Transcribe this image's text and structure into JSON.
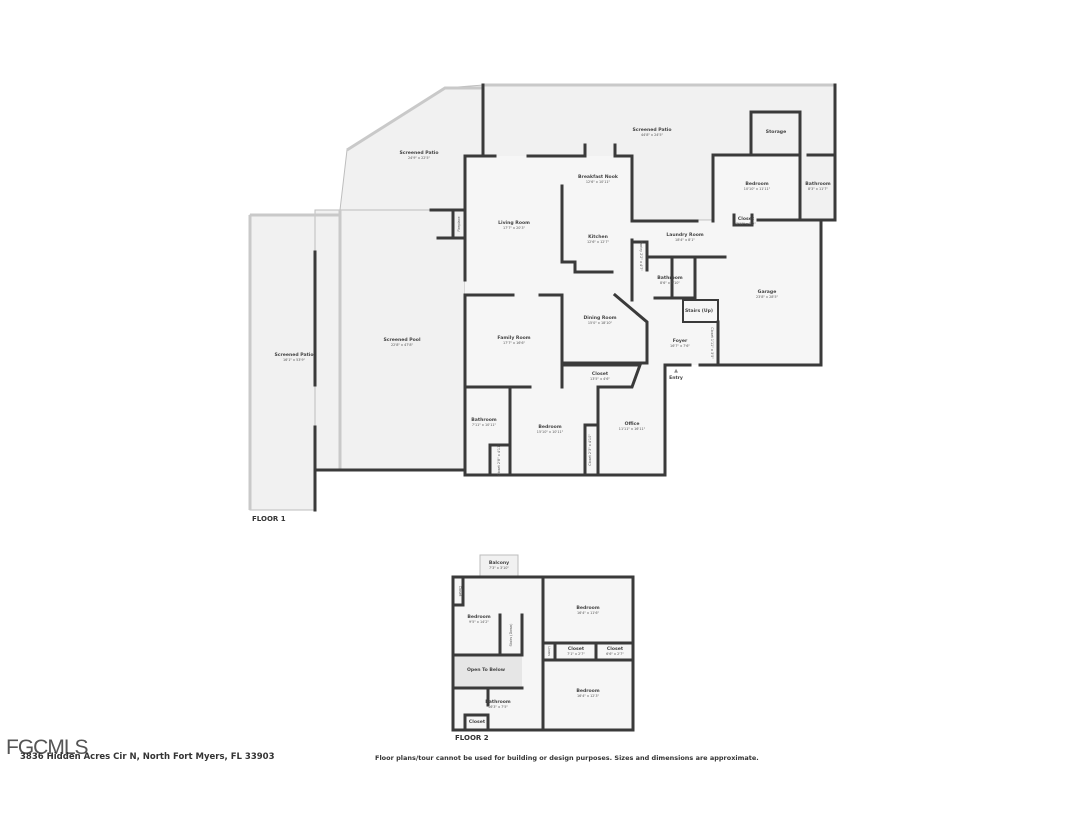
{
  "floor1": {
    "label": "FLOOR 1",
    "rooms": [
      {
        "name": "Screened Patio",
        "dims": "24'9\" x 22'5\""
      },
      {
        "name": "Screened Patio",
        "dims": "44'8\" x 24'5\""
      },
      {
        "name": "Storage",
        "dims": ""
      },
      {
        "name": "Bedroom",
        "dims": "10'10\" x 11'11\""
      },
      {
        "name": "Bathroom",
        "dims": "8'3\" x 11'7\""
      },
      {
        "name": "Breakfast Nook",
        "dims": "12'6\" x 10'11\""
      },
      {
        "name": "Living Room",
        "dims": "17'7\" x 20'3\""
      },
      {
        "name": "Kitchen",
        "dims": "12'6\" x 12'7\""
      },
      {
        "name": "Laundry Room",
        "dims": "18'4\" x 8'1\""
      },
      {
        "name": "Closet",
        "dims": "3'11\" x 2'2\""
      },
      {
        "name": "Bathroom",
        "dims": "8'6\" x 7'10\""
      },
      {
        "name": "Garage",
        "dims": "23'8\" x 28'5\""
      },
      {
        "name": "Stairs (Up)",
        "dims": ""
      },
      {
        "name": "Screened Patio",
        "dims": "16'1\" x 53'9\""
      },
      {
        "name": "Screened Pool",
        "dims": "22'8\" x 47'8\""
      },
      {
        "name": "Family Room",
        "dims": "17'7\" x 16'6\""
      },
      {
        "name": "Dining Room",
        "dims": "15'0\" x 18'10\""
      },
      {
        "name": "Foyer",
        "dims": "16'7\" x 7'6\""
      },
      {
        "name": "Closet",
        "dims": "13'5\" x 4'6\""
      },
      {
        "name": "Entry",
        "dims": ""
      },
      {
        "name": "Bathroom",
        "dims": "7'11\" x 10'11\""
      },
      {
        "name": "Bedroom",
        "dims": "15'10\" x 10'11\""
      },
      {
        "name": "Office",
        "dims": "11'11\" x 16'11\""
      }
    ],
    "vertical_labels": [
      {
        "name": "Fireplace"
      },
      {
        "name": "Pantry 2'2\" x 4'7\""
      },
      {
        "name": "Closet 1'11\" x 3'5\""
      },
      {
        "name": "Closet 2'8\" x 4'11\""
      },
      {
        "name": "Closet 2'3\" x 4'10\""
      }
    ]
  },
  "floor2": {
    "label": "FLOOR 2",
    "rooms": [
      {
        "name": "Balcony",
        "dims": "7'3\" x 3'10\""
      },
      {
        "name": "Bedroom",
        "dims": "9'5\" x 14'2\""
      },
      {
        "name": "Bedroom",
        "dims": "16'4\" x 11'6\""
      },
      {
        "name": "Closet",
        "dims": "7'1\" x 2'7\""
      },
      {
        "name": "Closet",
        "dims": "6'6\" x 2'7\""
      },
      {
        "name": "Open To Below",
        "dims": ""
      },
      {
        "name": "Bathroom",
        "dims": "16'3\" x 7'5\""
      },
      {
        "name": "Closet",
        "dims": ""
      },
      {
        "name": "Bedroom",
        "dims": "16'4\" x 12'3\""
      }
    ],
    "vertical_labels": [
      {
        "name": "Closet"
      },
      {
        "name": "Stairs (Down)"
      },
      {
        "name": "Linen"
      }
    ]
  },
  "footer": {
    "address": "3836 Hidden Acres Cir N, North Fort Myers, FL 33903",
    "disclaimer": "Floor plans/tour cannot be used for building or design purposes. Sizes and dimensions are approximate.",
    "logo": "FGCMLS"
  }
}
